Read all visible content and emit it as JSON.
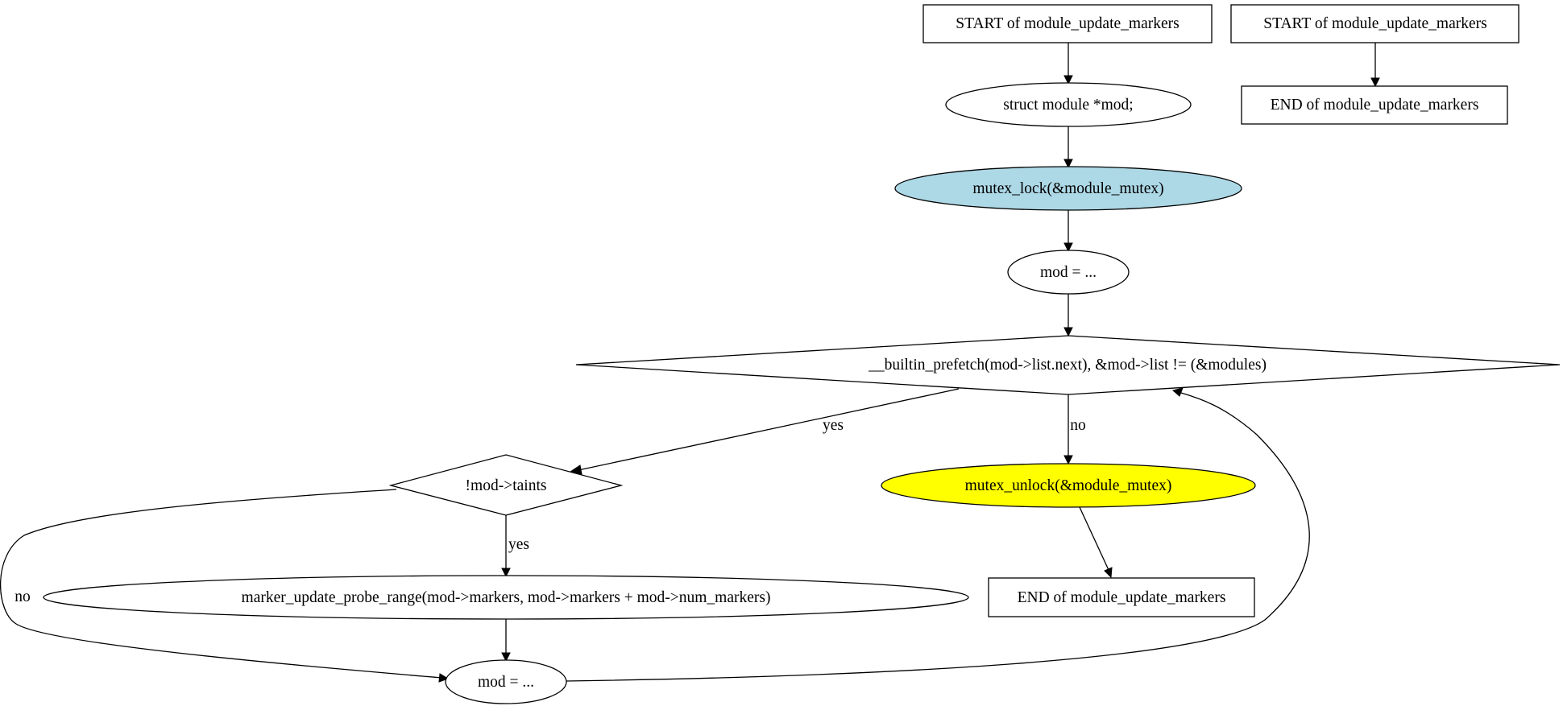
{
  "nodes": {
    "start_main": "START of module_update_markers",
    "start_alt": "START of module_update_markers",
    "end_alt": "END of module_update_markers",
    "struct_decl": "struct module *mod;",
    "lock": "mutex_lock(&module_mutex)",
    "mod_init": "mod = ...",
    "loop_cond": "__builtin_prefetch(mod->list.next), &mod->list != (&modules)",
    "taints_cond": "!mod->taints",
    "unlock": "mutex_unlock(&module_mutex)",
    "probe_range": "marker_update_probe_range(mod->markers, mod->markers + mod->num_markers)",
    "end_main": "END of module_update_markers",
    "mod_next": "mod = ..."
  },
  "edge_labels": {
    "loop_yes": "yes",
    "loop_no": "no",
    "taints_yes": "yes",
    "taints_no": "no"
  },
  "colors": {
    "lock_fill": "#add8e6",
    "unlock_fill": "#ffff00",
    "default_fill": "#ffffff",
    "stroke": "#000000"
  }
}
